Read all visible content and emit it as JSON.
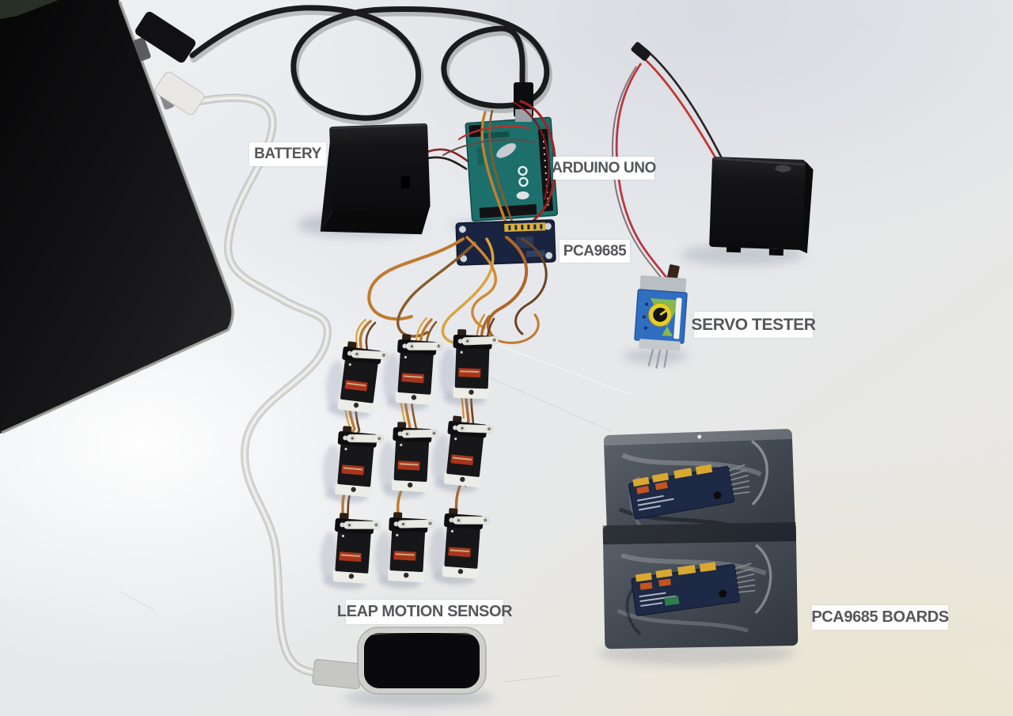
{
  "scene": {
    "type": "annotated-photo",
    "subject": "Flat-lay photo of electronics hardware on a white desk: laptop, USB cables, battery packs, Arduino Uno, PCA9685 servo driver, nine micro servos with orange wires, servo tester, Leap Motion controller, and two PCA9685 boards sealed in anti-static bags"
  },
  "labels": {
    "battery": "BATTERY",
    "arduino_uno": "ARDUINO UNO",
    "pca9685": "PCA9685",
    "servo_tester": "SERVO TESTER",
    "leap_motion_sensor": "LEAP MOTION SENSOR",
    "pca9685_boards": "PCA9685 BOARDS"
  },
  "components": [
    "laptop-edge-top-left",
    "black-usb-cable-coiled",
    "white-usb-cable",
    "battery-pack-left",
    "battery-pack-right",
    "arduino-uno-board",
    "pca9685-driver-board-wired",
    "servo-wire-tangle",
    "micro-servo x9 (3 columns x 3 rows)",
    "servo-tester-blue-board",
    "leap-motion-controller",
    "anti-static-bag x2 containing pca9685 boards"
  ],
  "colors": {
    "label_background": "#ffffff",
    "label_text": "#56575a",
    "desk": "#e7e8eb",
    "arduino_board": "#1d6f6b",
    "pca9685_board": "#1a2440",
    "servo_tester_board": "#2f6ec0",
    "servo_wire_orange": "#c07a2e",
    "power_wire_red": "#b03030",
    "laptop_black": "#0b0b0d"
  }
}
